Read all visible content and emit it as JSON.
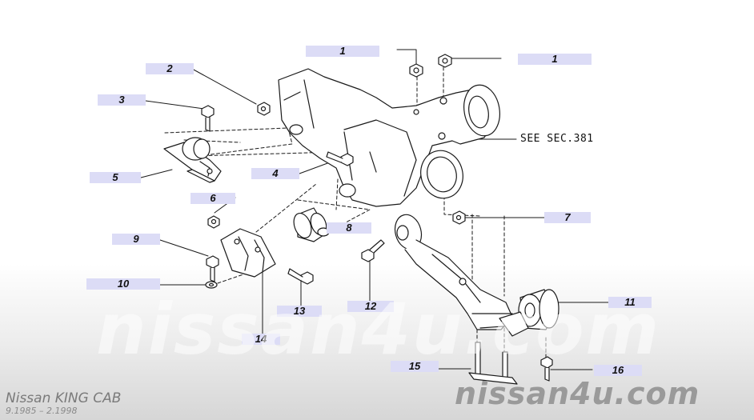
{
  "callouts": [
    {
      "id": "1a",
      "label": "1"
    },
    {
      "id": "1b",
      "label": "1"
    },
    {
      "id": "2",
      "label": "2"
    },
    {
      "id": "3",
      "label": "3"
    },
    {
      "id": "4",
      "label": "4"
    },
    {
      "id": "5",
      "label": "5"
    },
    {
      "id": "6",
      "label": "6"
    },
    {
      "id": "7",
      "label": "7"
    },
    {
      "id": "8",
      "label": "8"
    },
    {
      "id": "9",
      "label": "9"
    },
    {
      "id": "10",
      "label": "10"
    },
    {
      "id": "11",
      "label": "11"
    },
    {
      "id": "12",
      "label": "12"
    },
    {
      "id": "13",
      "label": "13"
    },
    {
      "id": "14",
      "label": "14"
    },
    {
      "id": "15",
      "label": "15"
    },
    {
      "id": "16",
      "label": "16"
    }
  ],
  "see_section": "SEE SEC.381",
  "watermark": "nissan4u.com",
  "brand": "nissan4u.com",
  "model": "Nissan KING CAB",
  "years": "9.1985 – 2.1998"
}
